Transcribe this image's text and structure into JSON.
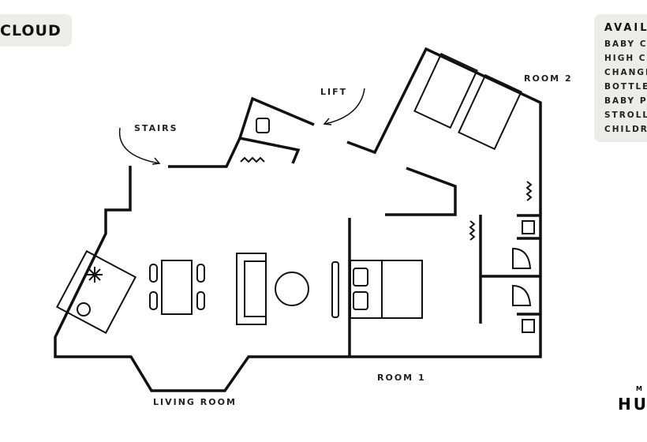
{
  "title": "CLOUD",
  "labels": {
    "stairs": "STAIRS",
    "lift": "LIFT",
    "room2": "ROOM 2",
    "room1": "ROOM 1",
    "living": "LIVING ROOM"
  },
  "available": {
    "heading": "AVAILA",
    "items": [
      "BABY CO",
      "HIGH CH",
      "CHANGI",
      "BOTTLE",
      "BABY PH",
      "STROLLE",
      "CHILDRE"
    ]
  },
  "logo": {
    "top": "M",
    "main": "HU"
  }
}
